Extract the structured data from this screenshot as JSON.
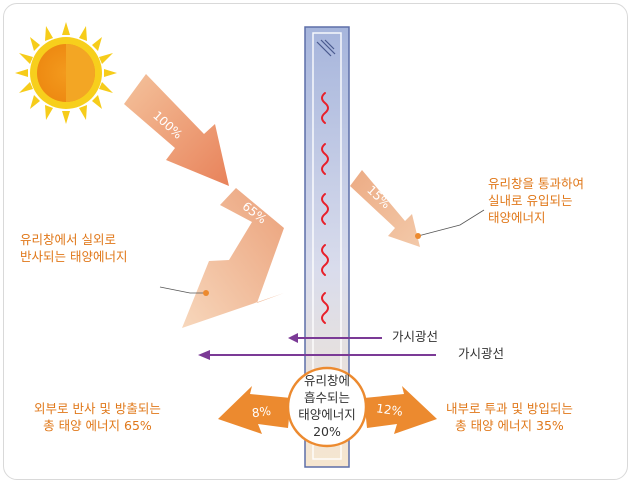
{
  "labels": {
    "incident_percent": "100%",
    "reflected_percent": "65%",
    "transmitted_percent": "15%",
    "outward_percent": "8%",
    "inward_percent": "12%",
    "reflected_text_line1": "유리창에서 실외로",
    "reflected_text_line2": "반사되는 태양에너지",
    "transmitted_text_line1": "유리창을 통과하여",
    "transmitted_text_line2": "실내로 유입되는",
    "transmitted_text_line3": "태양에너지",
    "visible_light_1": "가시광선",
    "visible_light_2": "가시광선",
    "absorbed_line1": "유리창에",
    "absorbed_line2": "흡수되는",
    "absorbed_line3": "태양에너지",
    "absorbed_line4": "20%",
    "outward_line1": "외부로 반사 및 방출되는",
    "outward_line2": "총 태양 에너지 65%",
    "inward_line1": "내부로 투과 및 방입되는",
    "inward_line2": "총 태양 에너지 35%"
  },
  "colors": {
    "orange": "#e0781a",
    "purple": "#7b3a96",
    "glass_top": "#a9b8dd",
    "glass_bottom": "#f4e4cf",
    "heat_wave": "#e8202a"
  }
}
